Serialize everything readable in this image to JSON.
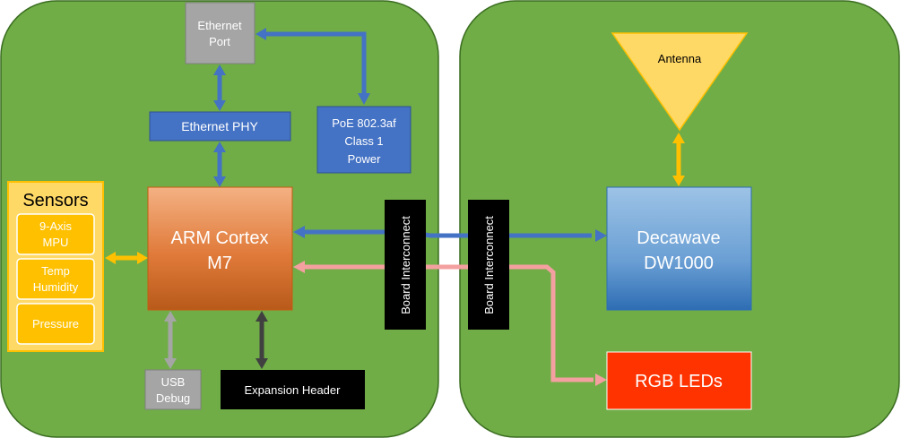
{
  "ethernet_port": {
    "line1": "Ethernet",
    "line2": "Port"
  },
  "ethernet_phy": "Ethernet PHY",
  "poe": {
    "line1": "PoE 802.3af",
    "line2": "Class 1",
    "line3": "Power"
  },
  "sensors": {
    "title": "Sensors",
    "mpu": {
      "line1": "9-Axis",
      "line2": "MPU"
    },
    "temp": {
      "line1": "Temp",
      "line2": "Humidity"
    },
    "pressure": "Pressure"
  },
  "cpu": {
    "line1": "ARM Cortex",
    "line2": "M7"
  },
  "usb": {
    "line1": "USB",
    "line2": "Debug"
  },
  "expansion": "Expansion Header",
  "interconnect_left": "Board Interconnect",
  "interconnect_right": "Board Interconnect",
  "antenna": "Antenna",
  "decawave": {
    "line1": "Decawave",
    "line2": "DW1000"
  },
  "rgb": "RGB LEDs",
  "colors": {
    "board_green": "#70AD47",
    "blue_box": "#4472C4",
    "blue_arrow": "#4472C4",
    "yellow": "#FFC000",
    "sensor_panel": "#FFD966",
    "pink_arrow": "#F4A0A0",
    "grey": "#A5A5A5",
    "red_box": "#FF3300"
  }
}
